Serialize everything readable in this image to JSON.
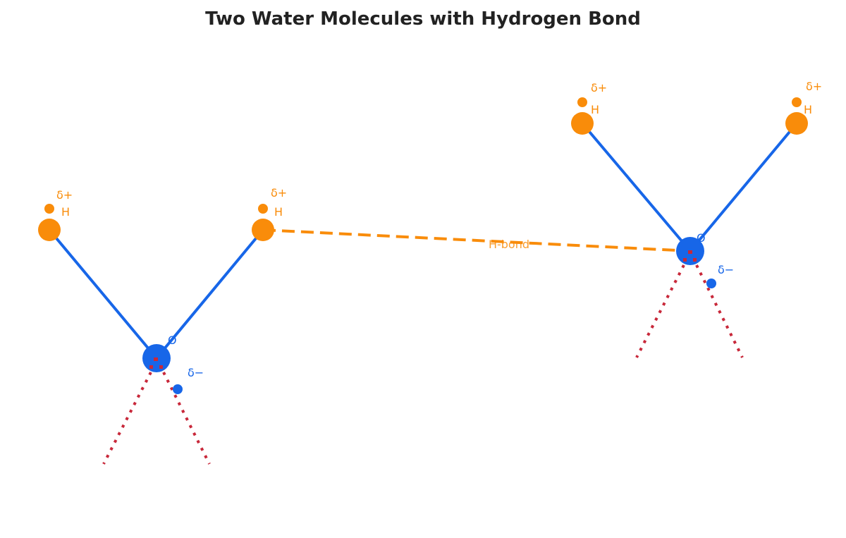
{
  "title": "Two Water Molecules with Hydrogen Bond",
  "colors": {
    "oxygen": "#1766e8",
    "hydrogen": "#f98c0a",
    "lone_pair": "#c8283a",
    "hbond": "#f98c0a",
    "title": "#222222"
  },
  "labels": {
    "hydrogen": "H",
    "oxygen": "O",
    "delta_plus": "δ+",
    "delta_minus": "δ−",
    "hbond": "H-bond"
  }
}
